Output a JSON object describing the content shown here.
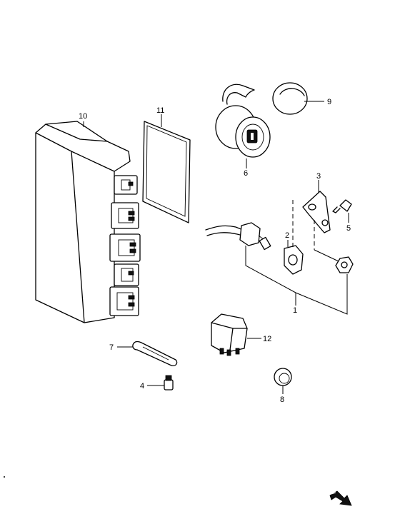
{
  "callouts": {
    "c1": "1",
    "c2": "2",
    "c3": "3",
    "c4": "4",
    "c5": "5",
    "c6": "6",
    "c7": "7",
    "c8": "8",
    "c9": "9",
    "c10": "10",
    "c11": "11",
    "c12": "12"
  },
  "orientation_icon": "front-arrow-icon"
}
